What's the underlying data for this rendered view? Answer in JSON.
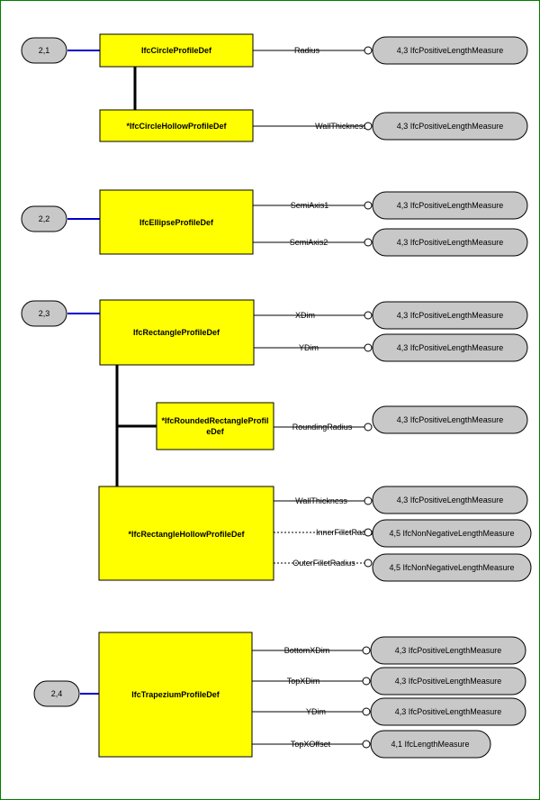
{
  "page_refs": [
    "2,1",
    "2,2",
    "2,3",
    "2,4"
  ],
  "entities": [
    "IfcCircleProfileDef",
    "*IfcCircleHollowProfileDef",
    "IfcEllipseProfileDef",
    "IfcRectangleProfileDef",
    "*IfcRoundedRectangleProfileDef",
    "*IfcRectangleHollowProfileDef",
    "IfcTrapeziumProfileDef"
  ],
  "attributes": [
    "Radius",
    "WallThickness",
    "SemiAxis1",
    "SemiAxis2",
    "XDim",
    "YDim",
    "RoundingRadius",
    "WallThickness",
    "InnerFilletRadius",
    "OuterFilletRadius",
    "BottomXDim",
    "TopXDim",
    "YDim",
    "TopXOffset"
  ],
  "types": [
    "4,3 IfcPositiveLengthMeasure",
    "4,3 IfcPositiveLengthMeasure",
    "4,3 IfcPositiveLengthMeasure",
    "4,3 IfcPositiveLengthMeasure",
    "4,3 IfcPositiveLengthMeasure",
    "4,3 IfcPositiveLengthMeasure",
    "4,3 IfcPositiveLengthMeasure",
    "4,3 IfcPositiveLengthMeasure",
    "4,5 IfcNonNegativeLengthMeasure",
    "4,5 IfcNonNegativeLengthMeasure",
    "4,3 IfcPositiveLengthMeasure",
    "4,3 IfcPositiveLengthMeasure",
    "4,3 IfcPositiveLengthMeasure",
    "4,1 IfcLengthMeasure"
  ],
  "colors": {
    "entity_fill": "#ffff00",
    "type_fill": "#c8c8c8",
    "page_ref_fill": "#c8c8c8",
    "page_ref_link": "#0000cc",
    "border": "#008000"
  }
}
